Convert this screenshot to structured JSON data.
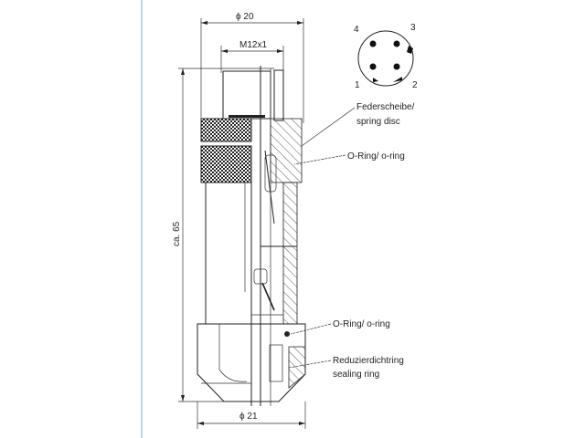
{
  "colors": {
    "line": "#222222",
    "edge_line": "#a8c8ec",
    "background": "#ffffff"
  },
  "dimensions": {
    "top_diameter": "ϕ 20",
    "thread": "M12x1",
    "length": "ca. 65",
    "bottom_diameter": "ϕ 21"
  },
  "pinout": {
    "pins": [
      "1",
      "2",
      "3",
      "4"
    ]
  },
  "labels": {
    "spring_disc_de": "Federscheibe/",
    "spring_disc_en": "spring disc",
    "o_ring_upper": "O-Ring/ o-ring",
    "o_ring_lower": "O-Ring/ o-ring",
    "sealing_ring_de": "Reduzierdichtring",
    "sealing_ring_en": "sealing ring"
  }
}
